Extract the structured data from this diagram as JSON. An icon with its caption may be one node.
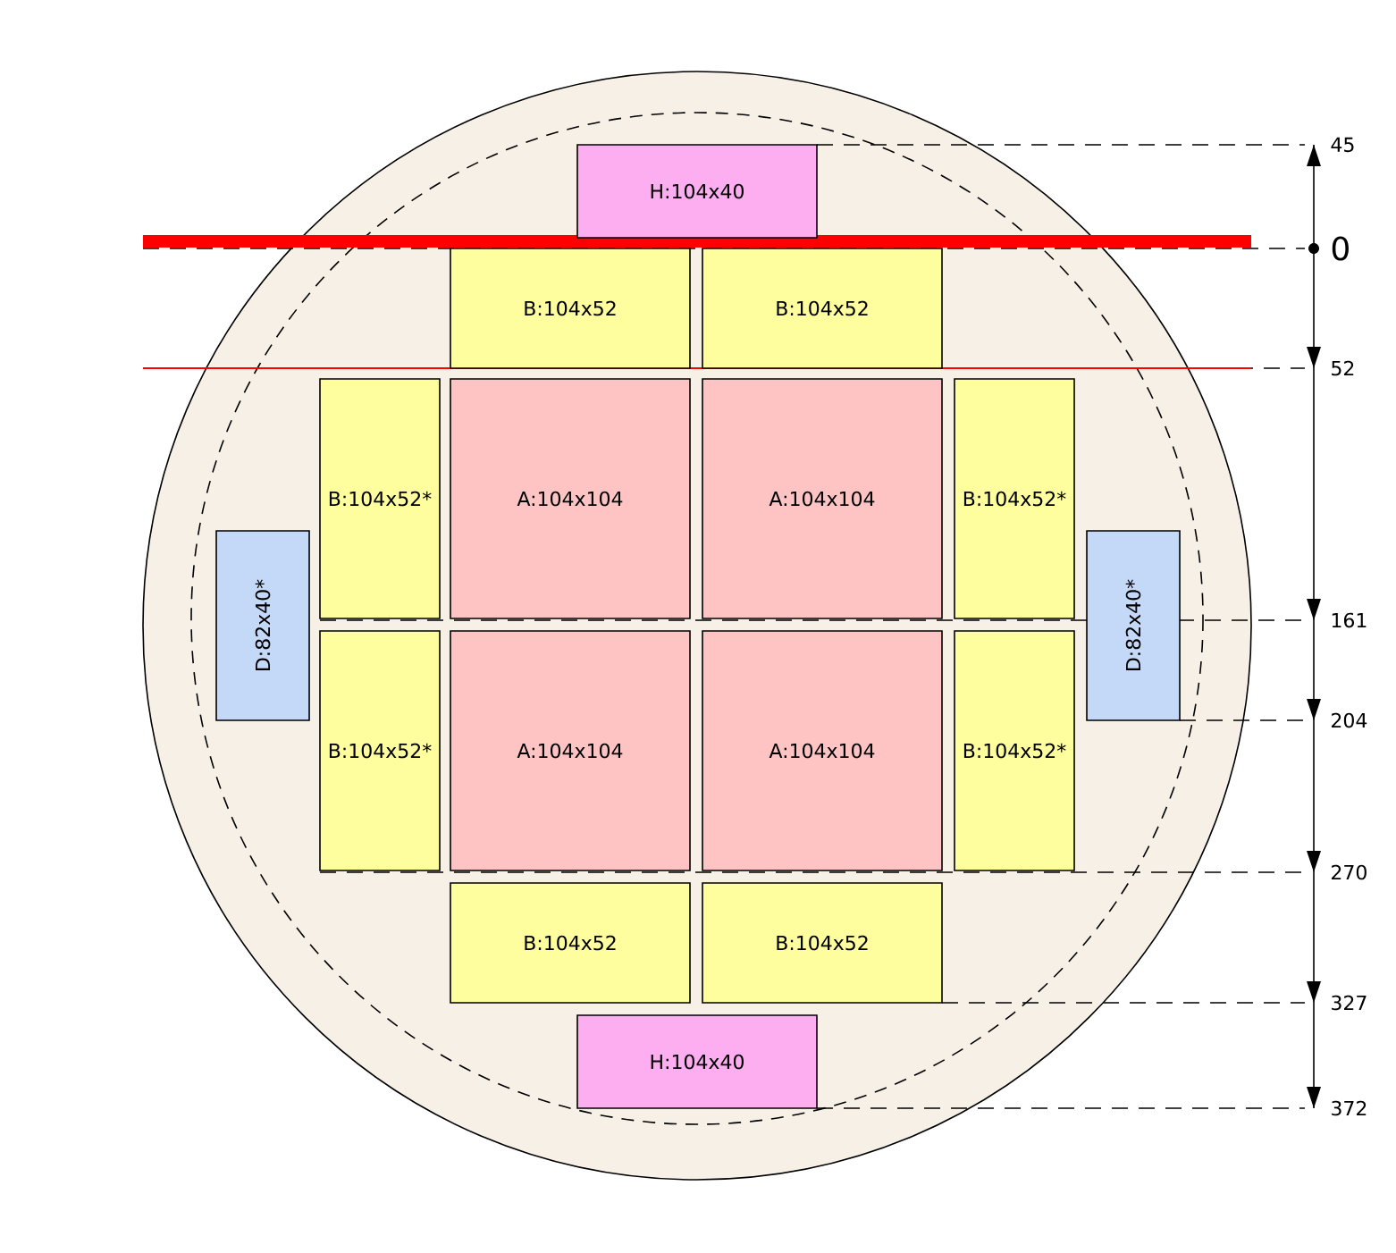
{
  "diagram": {
    "nodes": [
      {
        "text": [
          "H:104x40"
        ]
      },
      {
        "text": [
          "B:104x52"
        ]
      },
      {
        "text": [
          "B:104x52"
        ]
      },
      {
        "text": [
          "B:104x52*"
        ]
      },
      {
        "text": [
          "A:104x104"
        ]
      },
      {
        "text": [
          "A:104x104"
        ]
      },
      {
        "text": [
          "B:104x52*"
        ]
      },
      {
        "text": [
          "D:82x40*"
        ]
      },
      {
        "text": [
          "D:82x40*"
        ]
      },
      {
        "text": [
          "B:104x52*"
        ]
      },
      {
        "text": [
          "A:104x104"
        ]
      },
      {
        "text": [
          "A:104x104"
        ]
      },
      {
        "text": [
          "B:104x52*"
        ]
      },
      {
        "text": [
          "B:104x52"
        ]
      },
      {
        "text": [
          "B:104x52"
        ]
      },
      {
        "text": [
          "H:104x40"
        ]
      }
    ],
    "labels": [
      "45",
      "0",
      "52",
      "161",
      "204",
      "270",
      "327",
      "372"
    ]
  }
}
